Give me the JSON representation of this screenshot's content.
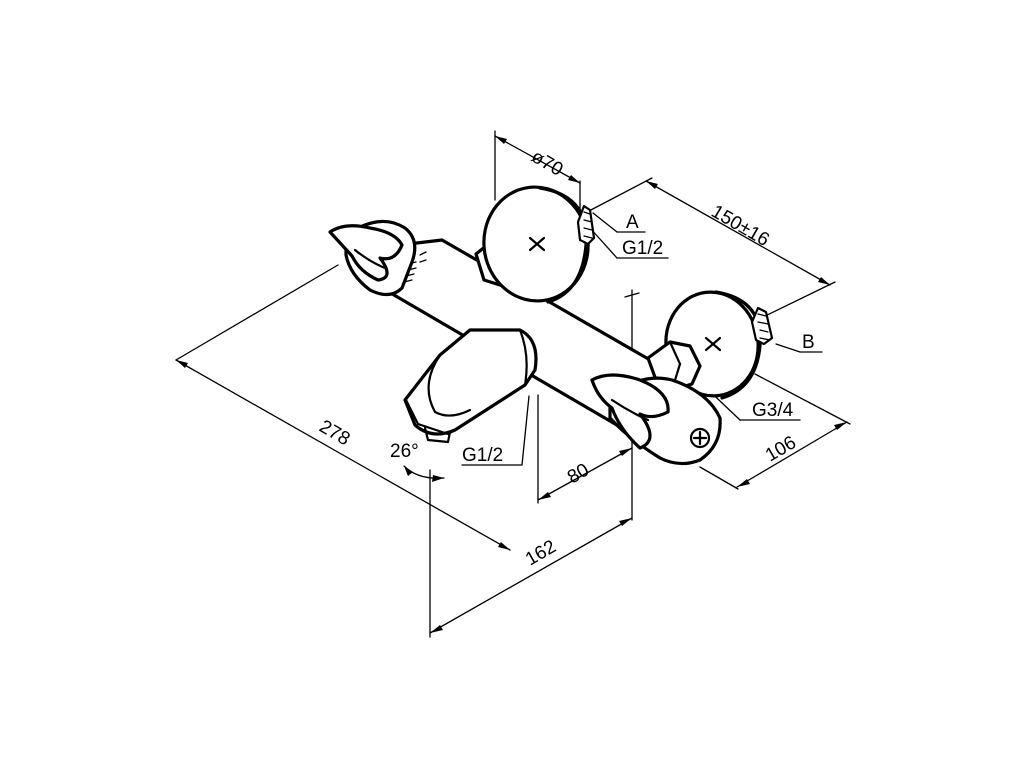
{
  "dimensions": {
    "d70": "ø70",
    "d150": "150±16",
    "d278": "278",
    "d26": "26°",
    "d80": "80",
    "d162": "162",
    "d106": "106"
  },
  "labels": {
    "A": "A",
    "B": "B",
    "g12_top": "G1/2",
    "g12_spout": "G1/2",
    "g34": "G3/4"
  }
}
